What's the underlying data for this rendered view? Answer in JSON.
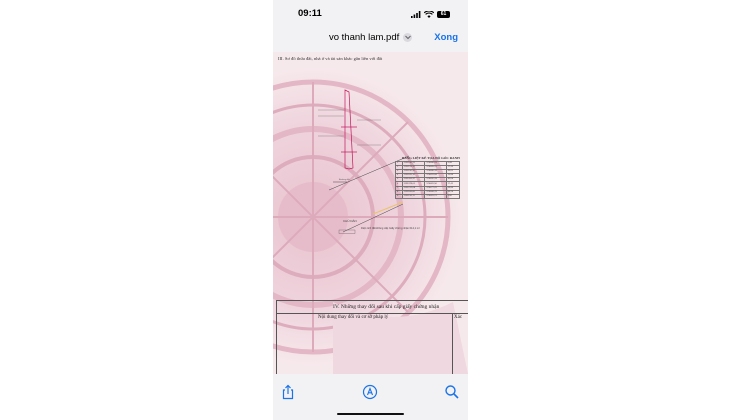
{
  "status_bar": {
    "time": "09:11",
    "battery_level": "61"
  },
  "nav": {
    "title": "vo thanh lam.pdf",
    "done_label": "Xong"
  },
  "document": {
    "section3_title": "III. Sơ đồ thửa đất, nhà ở và tài sản khác gắn liền với đất",
    "coord_table_title": "BẢNG LIỆT KÊ TỌA ĐỘ GÓC RANH",
    "coord_rows": [
      [
        "1",
        "1191130,74",
        "576480,29",
        "5,48"
      ],
      [
        "2",
        "1191133,12",
        "576485,21",
        "17,45"
      ],
      [
        "3",
        "1191150,52",
        "576486,18",
        "35,01"
      ],
      [
        "4",
        "1191185,14",
        "576491,08",
        "15,89"
      ],
      [
        "5",
        "1191200,97",
        "576492,33",
        "30,06"
      ],
      [
        "6",
        "1191229,01",
        "576481,50",
        "17,41"
      ],
      [
        "7",
        "1191212,08",
        "576477,41",
        "44,83"
      ],
      [
        "8",
        "1191168,06",
        "576468,78",
        "36,26"
      ],
      [
        "9",
        "1191134,11",
        "576481,21",
        "3,80"
      ]
    ],
    "road_label": "Đường đất",
    "legend_label": "CHÚ DẪN",
    "area_note": "Diện tích đất không cấp Giấy chứng nhận 014,1 m²",
    "section4_title": "IV. Những thay đổi sau khi cấp giấy chứng nhận",
    "col_changes": "Nội dung thay đổi và cơ sở pháp lý",
    "col_confirm": "Xác"
  },
  "toolbar": {
    "share_icon": "share-icon",
    "markup_icon": "markup-icon",
    "search_icon": "search-icon"
  },
  "colors": {
    "accent": "#1a73e8",
    "page_tint": "#f6e9ec",
    "plot_red": "#c2185b"
  }
}
